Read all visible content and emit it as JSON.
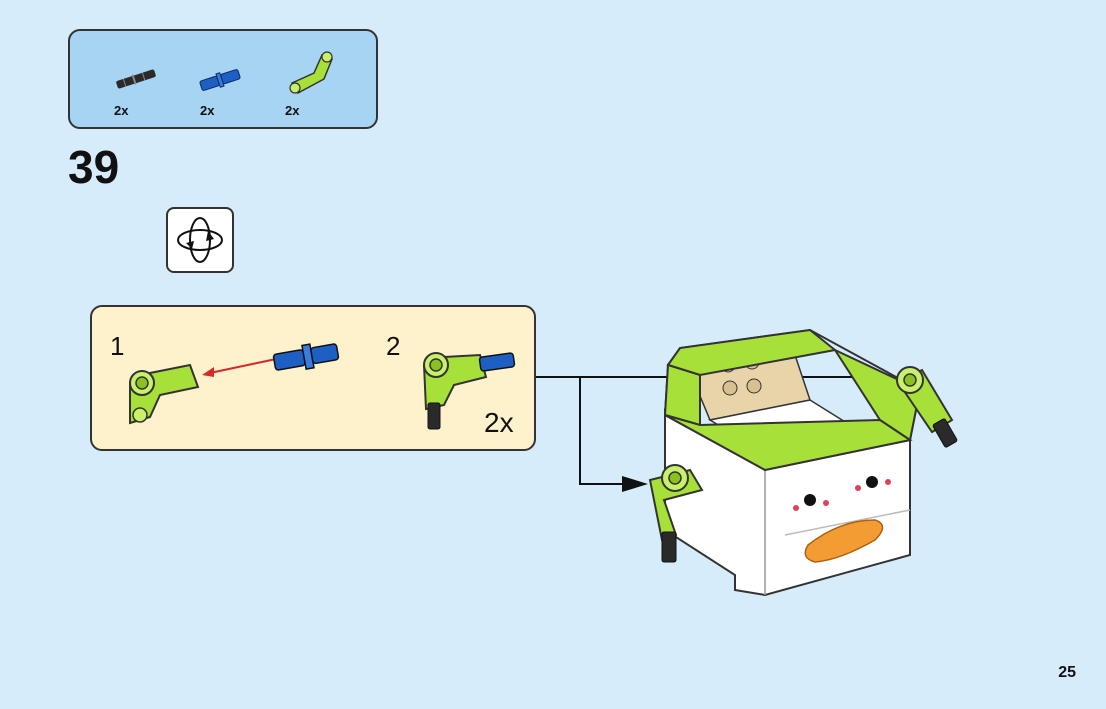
{
  "parts": [
    {
      "name": "black-pin",
      "quantity": "2x",
      "color": "#2a2a2a"
    },
    {
      "name": "blue-axle-pin",
      "quantity": "2x",
      "color": "#1e5fc4"
    },
    {
      "name": "lime-angle-connector",
      "quantity": "2x",
      "color": "#a8e03a"
    }
  ],
  "step": {
    "number": "39"
  },
  "rotate_icon": "rotate-model-icon",
  "substeps": [
    {
      "label": "1"
    },
    {
      "label": "2",
      "multiplier": "2x"
    }
  ],
  "page": {
    "number": "25"
  },
  "colors": {
    "background": "#d6ecfb",
    "parts_box": "#a8d4f4",
    "substep_box": "#fdf2cc",
    "lime": "#a8e03a",
    "blue": "#1e5fc4",
    "arrow_red": "#d42a2a",
    "orange": "#f39c34"
  }
}
